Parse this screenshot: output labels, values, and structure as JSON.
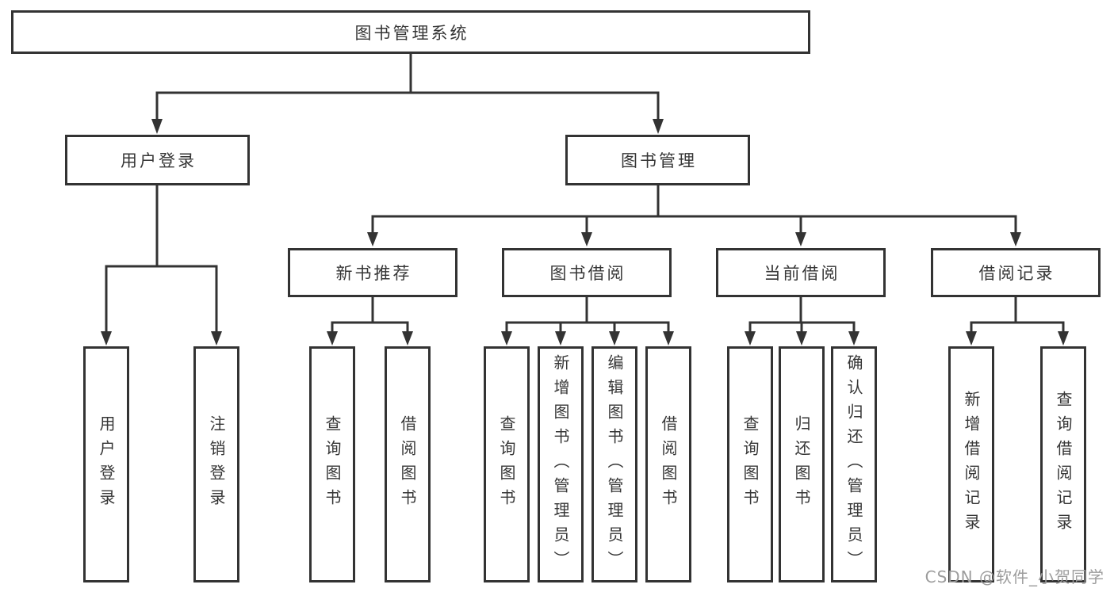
{
  "diagram": {
    "root": "图书管理系统",
    "level2": [
      {
        "label": "用户登录",
        "children": [
          "用户登录",
          "注销登录"
        ]
      },
      {
        "label": "图书管理"
      }
    ],
    "level3": [
      {
        "label": "新书推荐",
        "children": [
          "查询图书",
          "借阅图书"
        ]
      },
      {
        "label": "图书借阅",
        "children": [
          "查询图书",
          "新增图书（管理员）",
          "编辑图书（管理员）",
          "借阅图书"
        ]
      },
      {
        "label": "当前借阅",
        "children": [
          "查询图书",
          "归还图书",
          "确认归还（管理员）"
        ]
      },
      {
        "label": "借阅记录",
        "children": [
          "新增借阅记录",
          "查询借阅记录"
        ]
      }
    ]
  },
  "watermark": "CSDN @软件_小贺同学",
  "colors": {
    "line": "#333333",
    "border": "#333333",
    "text": "#363636",
    "watermark": "#9c9c9c",
    "background": "#ffffff"
  }
}
